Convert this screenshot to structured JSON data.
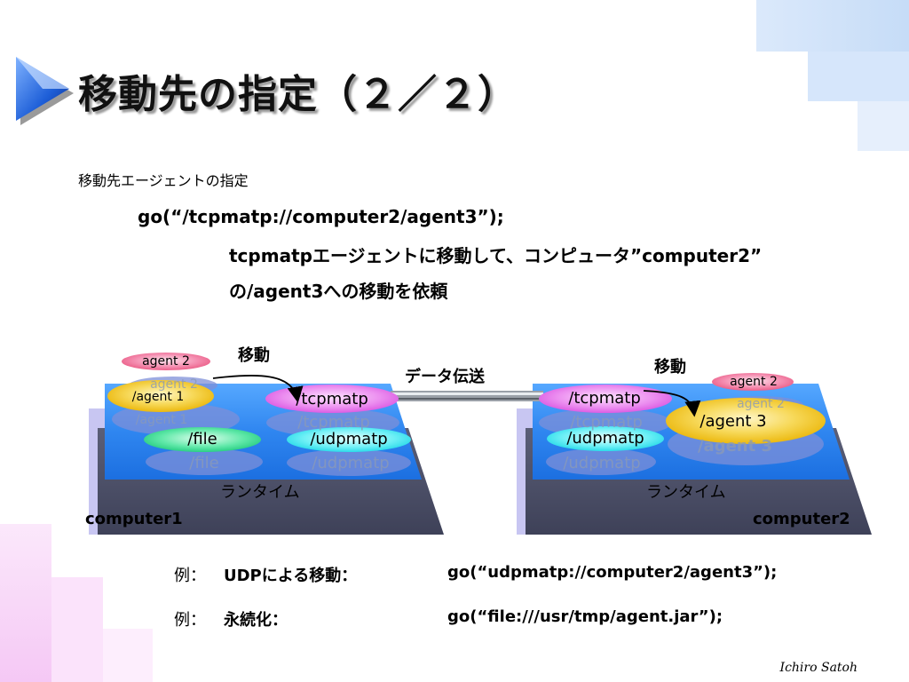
{
  "title": "移動先の指定（２／２）",
  "subheading": "移動先エージェントの指定",
  "code_line": "go(“/tcpmatp://computer2/agent3”);",
  "explanation_line1": "tcpmatpエージェントに移動して、コンピュータ”computer2”",
  "explanation_line2": "の/agent3への移動を依頼",
  "diagram": {
    "move_label_left": "移動",
    "move_label_right": "移動",
    "transfer_label": "データ伝送",
    "computer1": {
      "name": "computer1",
      "runtime": "ランタイム",
      "agent2": "agent 2",
      "agent2_shadow": "agent 2",
      "agent1": "/agent 1",
      "agent1_shadow": "/agent 1",
      "tcpmatp": "/tcpmatp",
      "tcpmatp_shadow": "/tcpmatp",
      "file": "/file",
      "file_shadow": "/file",
      "udpmatp": "/udpmatp",
      "udpmatp_shadow": "/udpmatp"
    },
    "computer2": {
      "name": "computer2",
      "runtime": "ランタイム",
      "agent2": "agent 2",
      "agent2_shadow": "agent 2",
      "tcpmatp": "/tcpmatp",
      "tcpmatp_shadow": "/tcpmatp",
      "udpmatp": "/udpmatp",
      "udpmatp_shadow": "/udpmatp",
      "agent3": "/agent 3",
      "agent3_shadow": "/agent 3"
    }
  },
  "examples": [
    {
      "label": "例：",
      "desc": "UDPによる移動：",
      "code": "go(“udpmatp://computer2/agent3”);"
    },
    {
      "label": "例：",
      "desc": "永続化：",
      "code": "go(“file:///usr/tmp/agent.jar”);"
    }
  ],
  "credit": "Ichiro Satoh",
  "colors": {
    "accent_blue": "#1e6fe0",
    "agent_yellow": "#f3c81e",
    "agent_pink": "#f07aa0",
    "port_magenta": "#e060e8",
    "port_cyan": "#40e8f0",
    "port_green": "#30d890"
  }
}
